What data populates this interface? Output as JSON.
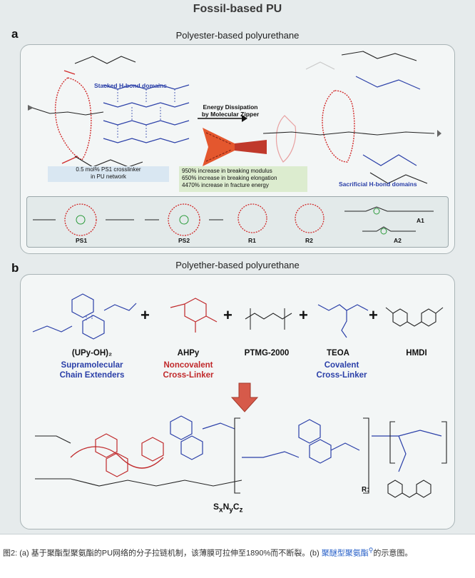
{
  "figure": {
    "title": "Fossil-based PU",
    "panel_a": {
      "letter": "a",
      "subtitle": "Polyester-based polyurethane",
      "stacked_label": "Stacked H-bond domains",
      "energy_label": "Energy Dissipation\nby Molecular Zipper",
      "crosslinker_note": "0.5 mol% PS1 crosslinker\nin PU network",
      "increase_lines": [
        "950% increase in breaking modulus",
        "650% increase in breaking elongation",
        "4470% increase in fracture energy"
      ],
      "sacrificial_label": "Sacrificial H-bond domains",
      "molecules": [
        "PS1",
        "PS2",
        "R1",
        "R2",
        "A1",
        "A2"
      ]
    },
    "panel_b": {
      "letter": "b",
      "subtitle": "Polyether-based polyurethane",
      "components": [
        {
          "name": "(UPy-OH)₂",
          "role": "Supramolecular\nChain Extenders"
        },
        {
          "name": "AHPy",
          "role": "Noncovalent\nCross-Linker"
        },
        {
          "name": "PTMG-2000",
          "role": ""
        },
        {
          "name": "TEOA",
          "role": "Covalent\nCross-Linker"
        },
        {
          "name": "HMDI",
          "role": ""
        }
      ],
      "product_label_base": "S",
      "product_label_parts": [
        "x",
        "N",
        "y",
        "C",
        "z"
      ],
      "r_label": "R:"
    }
  },
  "caption": {
    "text": "图2: (a) 基于聚酯型聚氨酯的PU网络的分子拉链机制，该薄膜可拉伸至1890%而不断裂。(b) ",
    "link": "聚醚型聚氨酯",
    "tail": "的示意图。"
  }
}
